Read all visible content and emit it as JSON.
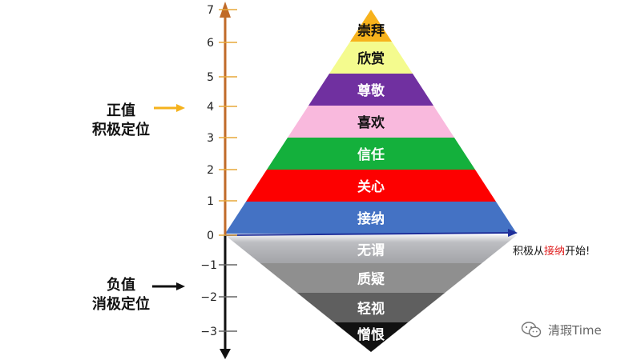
{
  "axis": {
    "ticks": [
      {
        "value": 7,
        "label": "7"
      },
      {
        "value": 6,
        "label": "6"
      },
      {
        "value": 5,
        "label": "5"
      },
      {
        "value": 4,
        "label": "4"
      },
      {
        "value": 3,
        "label": "3"
      },
      {
        "value": 2,
        "label": "2"
      },
      {
        "value": 1,
        "label": "1"
      },
      {
        "value": 0,
        "label": "0"
      },
      {
        "value": -1,
        "label": "−1"
      },
      {
        "value": -2,
        "label": "−2"
      },
      {
        "value": -3,
        "label": "−3"
      }
    ],
    "positive_color": "#c06a28",
    "negative_color": "#111111",
    "baseline_color": "#1f2f9a"
  },
  "labels": {
    "positive_line1": "正值",
    "positive_line2": "积极定位",
    "negative_line1": "负值",
    "negative_line2": "消极定位",
    "positive_arrow_color": "#f5b21c",
    "negative_arrow_color": "#111111"
  },
  "levels_positive": [
    {
      "label": "崇拜",
      "color": "#f7b21c",
      "text_color": "#111111"
    },
    {
      "label": "欣赏",
      "color": "#f4fb8e",
      "text_color": "#111111"
    },
    {
      "label": "尊敬",
      "color": "#7030a0",
      "text_color": "#ffffff"
    },
    {
      "label": "喜欢",
      "color": "#f9b9dd",
      "text_color": "#111111"
    },
    {
      "label": "信任",
      "color": "#14b03c",
      "text_color": "#ffffff"
    },
    {
      "label": "关心",
      "color": "#fd0000",
      "text_color": "#ffffff"
    },
    {
      "label": "接纳",
      "color": "#4472c4",
      "text_color": "#ffffff"
    }
  ],
  "levels_negative": [
    {
      "label": "无谓",
      "color": "#bdbec2",
      "text_color": "#ffffff"
    },
    {
      "label": "质疑",
      "color": "#8f8f8f",
      "text_color": "#ffffff"
    },
    {
      "label": "轻视",
      "color": "#5f5f5f",
      "text_color": "#ffffff"
    },
    {
      "label": "憎恨",
      "color": "#111111",
      "text_color": "#ffffff"
    }
  ],
  "note": {
    "prefix": "积极从",
    "highlight": "接纳",
    "suffix": "开始!"
  },
  "watermark": {
    "text": "清瑕Time",
    "icon": "wechat-icon"
  }
}
